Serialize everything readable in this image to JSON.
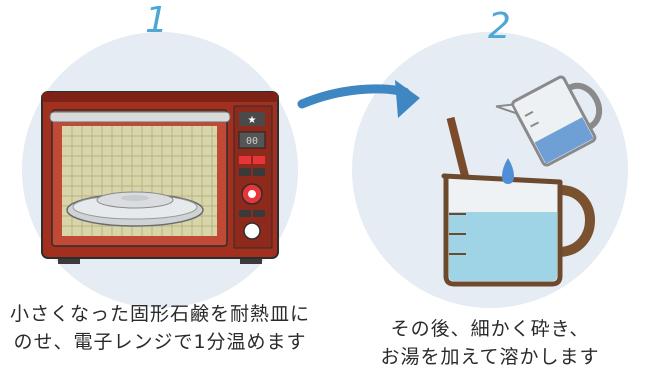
{
  "step1": {
    "number": "1",
    "caption_line1": "小さくなった固形石鹸を耐熱皿に",
    "caption_line2": "のせ、電子レンジで1分温めます",
    "microwave_display": "00"
  },
  "step2": {
    "number": "2",
    "caption_line1": "その後、細かく砕き、",
    "caption_line2": "お湯を加えて溶かします"
  },
  "colors": {
    "step_number": "#4fa8d3",
    "circle_bg": "#e6ecf4",
    "microwave_body": "#a3301f",
    "water": "#9fd3e6",
    "arrow": "#3f87c2"
  },
  "icons": [
    "microwave-icon",
    "soap-plate-icon",
    "arrow-icon",
    "pitcher-icon",
    "beaker-icon",
    "stir-stick-icon"
  ]
}
